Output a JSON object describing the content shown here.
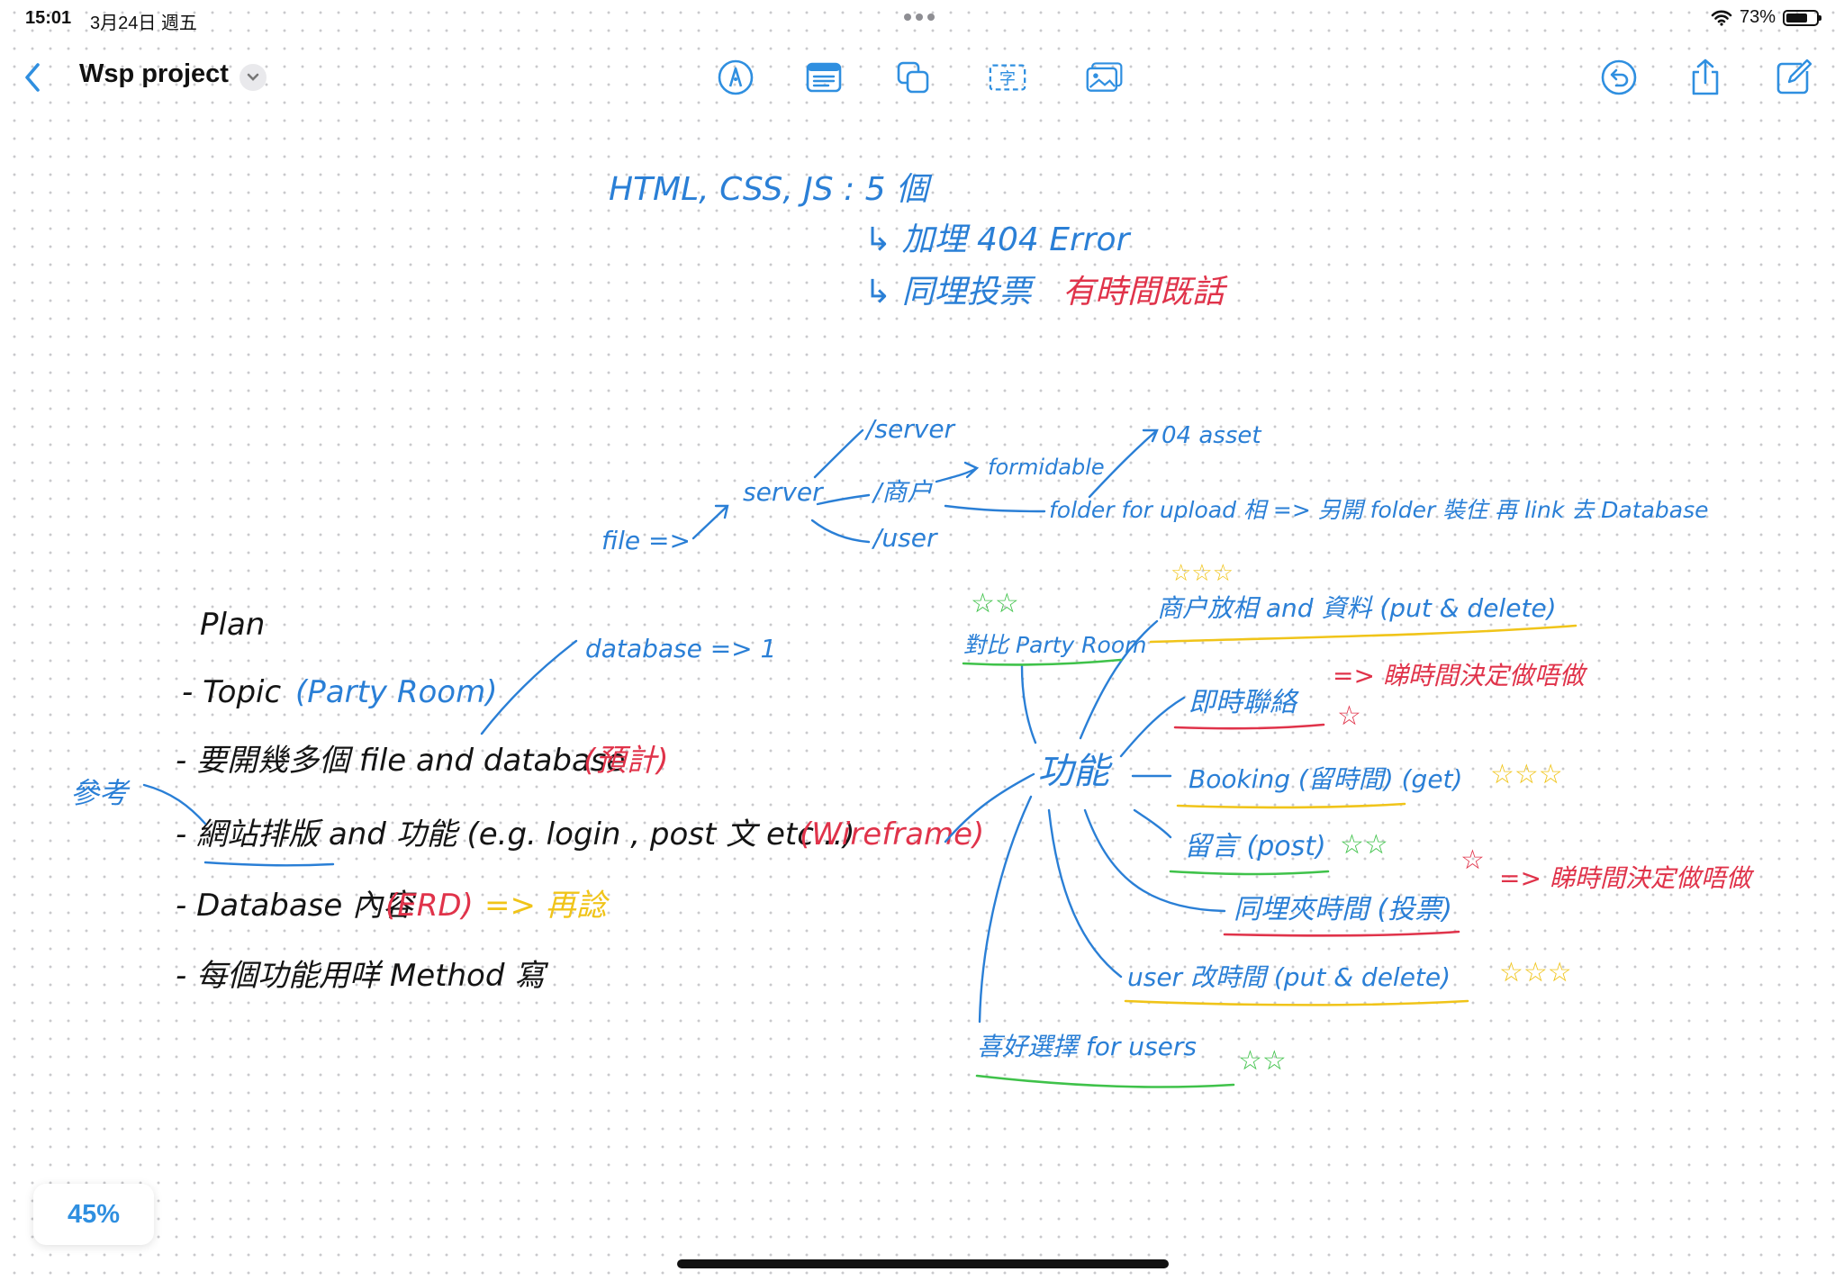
{
  "status_bar": {
    "time": "15:01",
    "date": "3月24日 週五",
    "battery_percent": "73%",
    "battery_level": 0.73
  },
  "toolbar": {
    "title": "Wsp project",
    "icons": {
      "back": "chevron-left-icon",
      "title_menu": "chevron-down-icon",
      "pen": "pen-tip-icon",
      "note": "text-note-icon",
      "shapes": "shapes-icon",
      "text_box": "text-box-icon",
      "media": "photo-icon",
      "undo": "undo-icon",
      "share": "share-icon",
      "compose": "compose-icon"
    }
  },
  "colors": {
    "accent": "#2f8fe0",
    "ink_blue": "#2a7fd6",
    "ink_black": "#141414",
    "ink_red": "#e0334a",
    "ink_yellow": "#f0c419",
    "ink_green": "#3fc24a"
  },
  "board": {
    "top_note": {
      "line1": "HTML, CSS, JS : 5 個",
      "line2": "↳ 加埋 404 Error",
      "line3": "↳ 同埋投票",
      "line3_red": "有時間既話"
    },
    "file_tree": {
      "file": "file =>",
      "server": "server",
      "server_sub": "/server",
      "shop": "/商户",
      "user": "/user",
      "formidable": "formidable",
      "o4asset": "04 asset",
      "folder": "folder for upload 相 => 另開 folder 裝住 再 link 去 Database"
    },
    "plan": {
      "title": "Plan",
      "topic": "- Topic",
      "topic_blue": "(Party Room)",
      "item2": "- 要開幾多個 file and database",
      "item2_red": "(預計)",
      "item3": "- 網站排版 and 功能 (e.g. login , post 文 etc...)",
      "item3_red": "(Wireframe)",
      "item4": "- Database 內容",
      "item4_red": "(ERD)",
      "item4_yellow": "=> 再諗",
      "item5": "- 每個功能用咩 Method 寫",
      "database_note": "database => 1",
      "reference": "參考"
    },
    "features": {
      "center": "功能",
      "compare": "對比 Party Room",
      "shop_upload": "商户放相 and 資料 (put & delete)",
      "chat": "即時聯絡",
      "chat_note": "=> 睇時間決定做唔做",
      "booking": "Booking (留時間) (get)",
      "comment": "留言 (post)",
      "vote": "同埋夾時間 (投票)",
      "vote_note": "=> 睇時間決定做唔做",
      "user_edit": "user 改時間 (put & delete)",
      "preference": "喜好選擇 for users"
    }
  },
  "zoom": "45%"
}
